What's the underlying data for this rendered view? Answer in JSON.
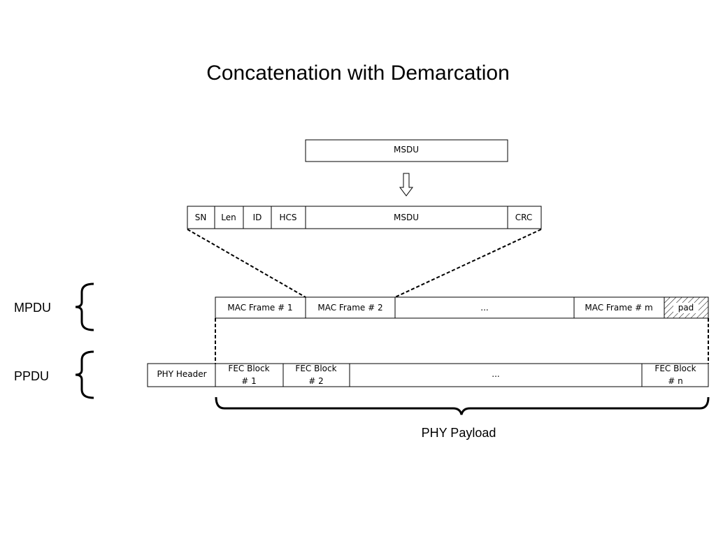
{
  "title": "Concatenation with Demarcation",
  "msdu_label": "MSDU",
  "header_fields": [
    "SN",
    "Len",
    "ID",
    "HCS",
    "MSDU",
    "CRC"
  ],
  "mpdu_label": "MPDU",
  "ppdu_label": "PPDU",
  "mac_frames": [
    "MAC Frame # 1",
    "MAC Frame # 2",
    "...",
    "MAC Frame # m",
    "pad"
  ],
  "phy_header": "PHY Header",
  "fec_blocks": [
    {
      "line1": "FEC Block",
      "line2": "# 1"
    },
    {
      "line1": "FEC Block",
      "line2": "# 2"
    },
    {
      "line1": "...",
      "line2": ""
    },
    {
      "line1": "FEC Block",
      "line2": "# n"
    }
  ],
  "payload_label": "PHY Payload"
}
